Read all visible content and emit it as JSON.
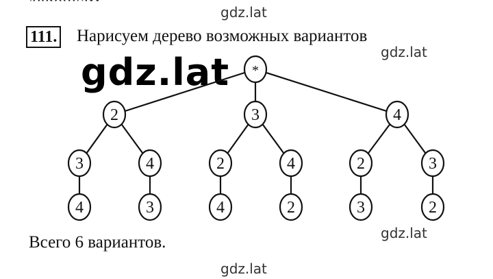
{
  "document": {
    "previous_line_fragment": "девочкам.",
    "problem_number": "111.",
    "heading": "Нарисуем дерево возможных вариантов",
    "footer": "Всего 6 вариантов."
  },
  "watermarks": {
    "small": "gdz.lat",
    "big": "gdz.lat"
  },
  "tree": {
    "root": "*",
    "level1": [
      "2",
      "3",
      "4"
    ],
    "level2": [
      "3",
      "4",
      "2",
      "4",
      "2",
      "3"
    ],
    "level3": [
      "4",
      "3",
      "4",
      "2",
      "3",
      "2"
    ]
  }
}
